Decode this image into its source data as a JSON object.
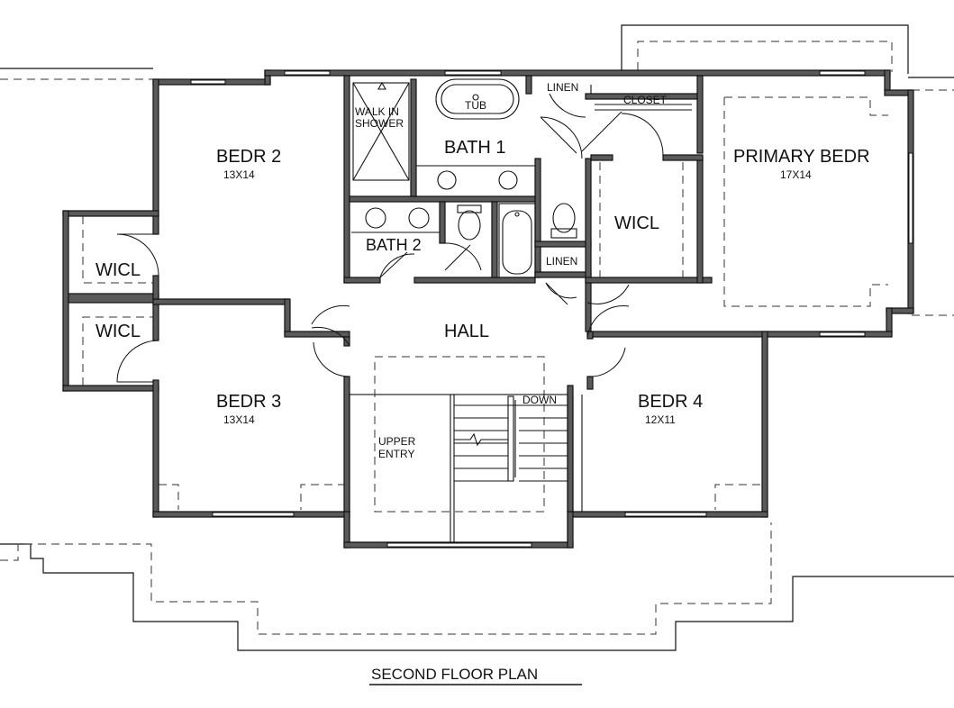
{
  "plan_title": "SECOND FLOOR PLAN",
  "rooms": {
    "bedr2": {
      "name": "BEDR 2",
      "size": "13X14"
    },
    "bedr3": {
      "name": "BEDR 3",
      "size": "13X14"
    },
    "bedr4": {
      "name": "BEDR 4",
      "size": "12X11"
    },
    "primary": {
      "name": "PRIMARY BEDR",
      "size": "17X14"
    },
    "bath1": {
      "name": "BATH 1"
    },
    "bath2": {
      "name": "BATH 2"
    },
    "hall": {
      "name": "HALL"
    },
    "wicl_upper": {
      "name": "WICL"
    },
    "wicl_lower": {
      "name": "WICL"
    },
    "wicl_primary": {
      "name": "WICL"
    },
    "linen_upper": {
      "name": "LINEN"
    },
    "linen_lower": {
      "name": "LINEN"
    },
    "closet": {
      "name": "CLOSET"
    },
    "shower": {
      "line1": "WALK IN",
      "line2": "SHOWER"
    },
    "tub": {
      "name": "TUB"
    },
    "upper_entry": {
      "line1": "UPPER",
      "line2": "ENTRY"
    },
    "stair": {
      "name": "DOWN"
    }
  }
}
